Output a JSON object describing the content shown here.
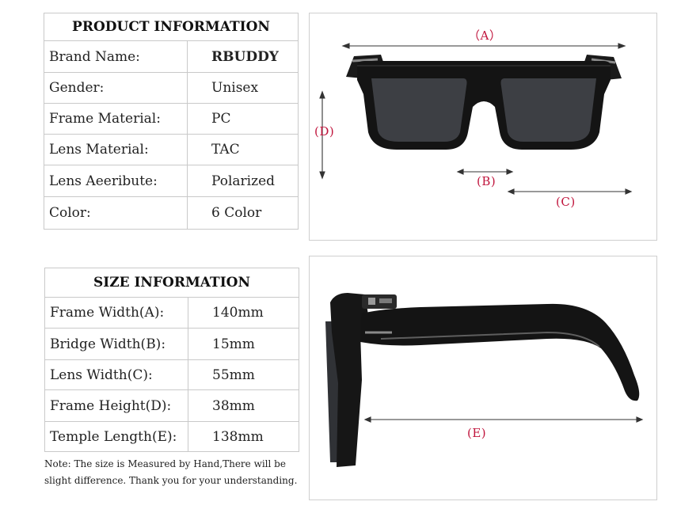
{
  "product_info": {
    "title": "PRODUCT INFORMATION",
    "rows": [
      {
        "label": "Brand Name:",
        "value": "RBUDDY"
      },
      {
        "label": "Gender:",
        "value": "Unisex"
      },
      {
        "label": "Frame Material:",
        "value": "PC"
      },
      {
        "label": "Lens Material:",
        "value": "TAC"
      },
      {
        "label": "Lens Aeeribute:",
        "value": "Polarized"
      },
      {
        "label": "Color:",
        "value": "6 Color"
      }
    ]
  },
  "size_info": {
    "title": "SIZE INFORMATION",
    "rows": [
      {
        "label": "Frame Width(A):",
        "value": "140mm"
      },
      {
        "label": "Bridge Width(B):",
        "value": "15mm"
      },
      {
        "label": "Lens Width(C):",
        "value": "55mm"
      },
      {
        "label": "Frame Height(D):",
        "value": "38mm"
      },
      {
        "label": "Temple Length(E):",
        "value": "138mm"
      }
    ]
  },
  "note": "Note: The size is Measured by Hand,There will be slight difference. Thank you for your understanding.",
  "dimension_labels": {
    "a": "（A）",
    "b": "(B)",
    "c": "(C)",
    "d": "(D)",
    "e": "(E)"
  },
  "colors": {
    "label_red": "#c0143c",
    "border_gray": "#c9c9c9",
    "frame_black": "#151515",
    "lens_gray": "#3d3f44"
  }
}
